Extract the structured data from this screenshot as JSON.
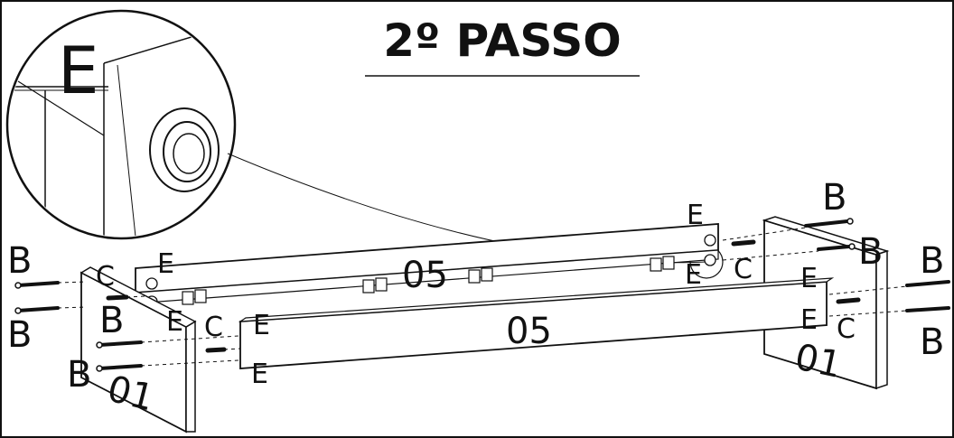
{
  "title": "2º PASSO",
  "detail_label": "E",
  "labels": {
    "panel_side": "01",
    "beam": "05",
    "screw": "B",
    "dowel": "C",
    "cam_lock": "E"
  },
  "colors": {
    "line": "#111111",
    "background": "#ffffff"
  }
}
